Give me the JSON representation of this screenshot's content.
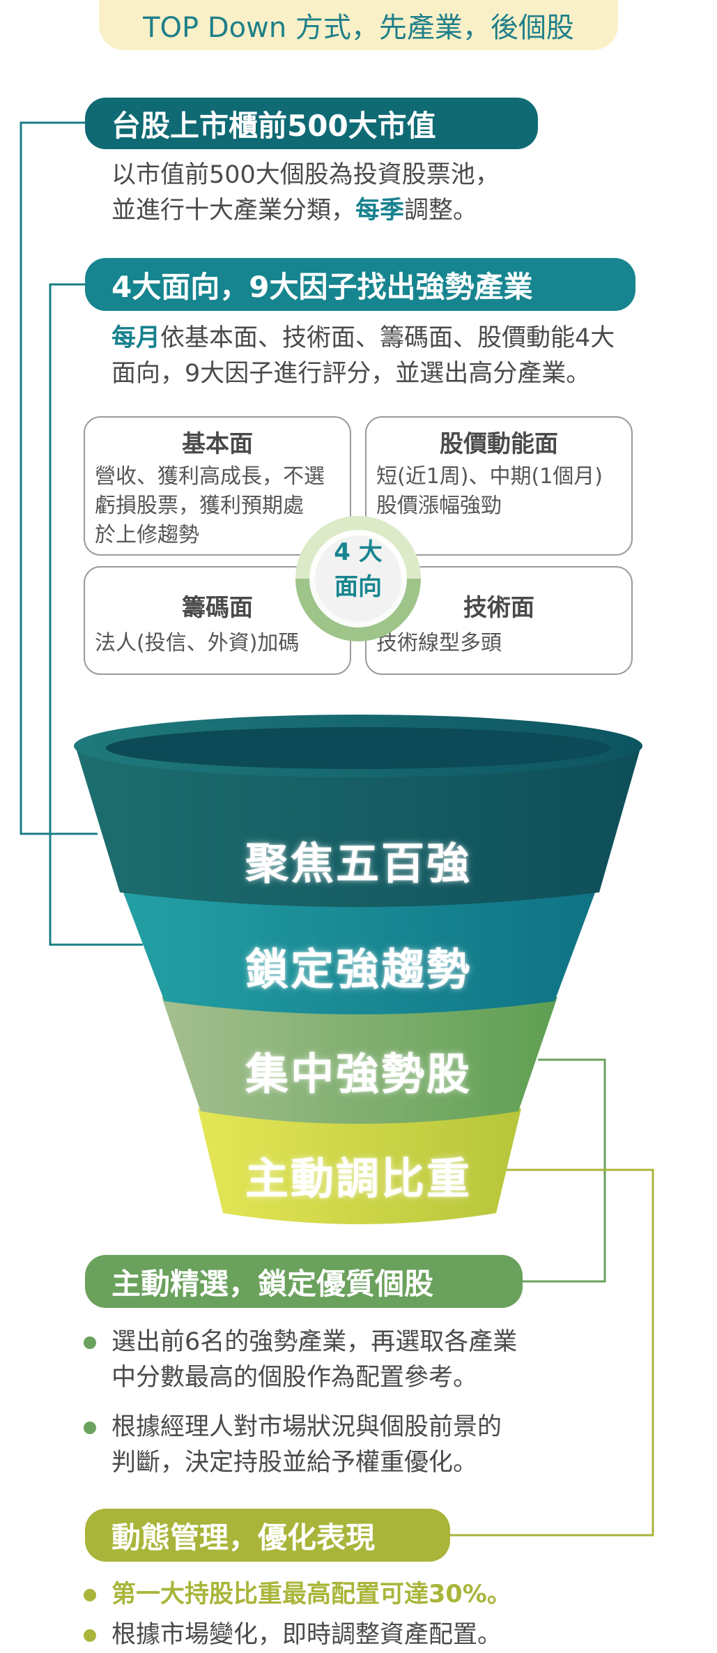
{
  "top_banner": "TOP Down 方式，先產業，後個股",
  "section1": {
    "title": "台股上市櫃前500大市值",
    "line1": "以市值前500大個股為投資股票池，",
    "line2_pre": "並進行十大產業分類，",
    "line2_hl": "每季",
    "line2_post": "調整。"
  },
  "section2": {
    "title": "4大面向，9大因子找出強勢產業",
    "line1_hl": "每月",
    "line1_post": "依基本面、技術面、籌碼面、股價動能4大",
    "line2": "面向，9大因子進行評分，並選出高分產業。"
  },
  "quadrants": {
    "center_line1": "4 大",
    "center_line2": "面向",
    "fundamental": {
      "title": "基本面",
      "lines": [
        "營收、獲利高成長，不選",
        "虧損股票，獲利預期處",
        "於上修趨勢"
      ]
    },
    "momentum": {
      "title": "股價動能面",
      "lines": [
        "短(近1周)、中期(1個月)",
        "股價漲幅強勁"
      ]
    },
    "chips": {
      "title": "籌碼面",
      "lines": [
        "法人(投信、外資)加碼"
      ]
    },
    "technical": {
      "title": "技術面",
      "lines": [
        "技術線型多頭"
      ]
    }
  },
  "funnel": {
    "tier1": "聚焦五百強",
    "tier2": "鎖定強趨勢",
    "tier3": "集中強勢股",
    "tier4": "主動調比重"
  },
  "section3": {
    "title": "主動精選，鎖定優質個股",
    "bullet1_l1": "選出前6名的強勢產業，再選取各產業",
    "bullet1_l2": "中分數最高的個股作為配置參考。",
    "bullet2_l1": "根據經理人對市場狀況與個股前景的",
    "bullet2_l2": "判斷，決定持股並給予權重優化。"
  },
  "section4": {
    "title": "動態管理，優化表現",
    "bullet1": "第一大持股比重最高配置可達30%。",
    "bullet2": "根據市場變化，即時調整資產配置。"
  },
  "colors": {
    "teal_dark": "#0f6a74",
    "teal": "#17858f",
    "green": "#6aa15c",
    "olive": "#a9b53a",
    "banner_bg": "#faf0c8"
  }
}
